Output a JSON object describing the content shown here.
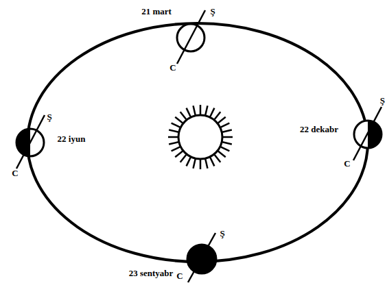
{
  "diagram": {
    "labels": [
      "21 mart",
      "Ş",
      "C",
      "22 iyun",
      "Ş",
      "C",
      "22 dekabr",
      "Ş",
      "C",
      "23 sentyabr",
      "Ş",
      "C"
    ]
  }
}
